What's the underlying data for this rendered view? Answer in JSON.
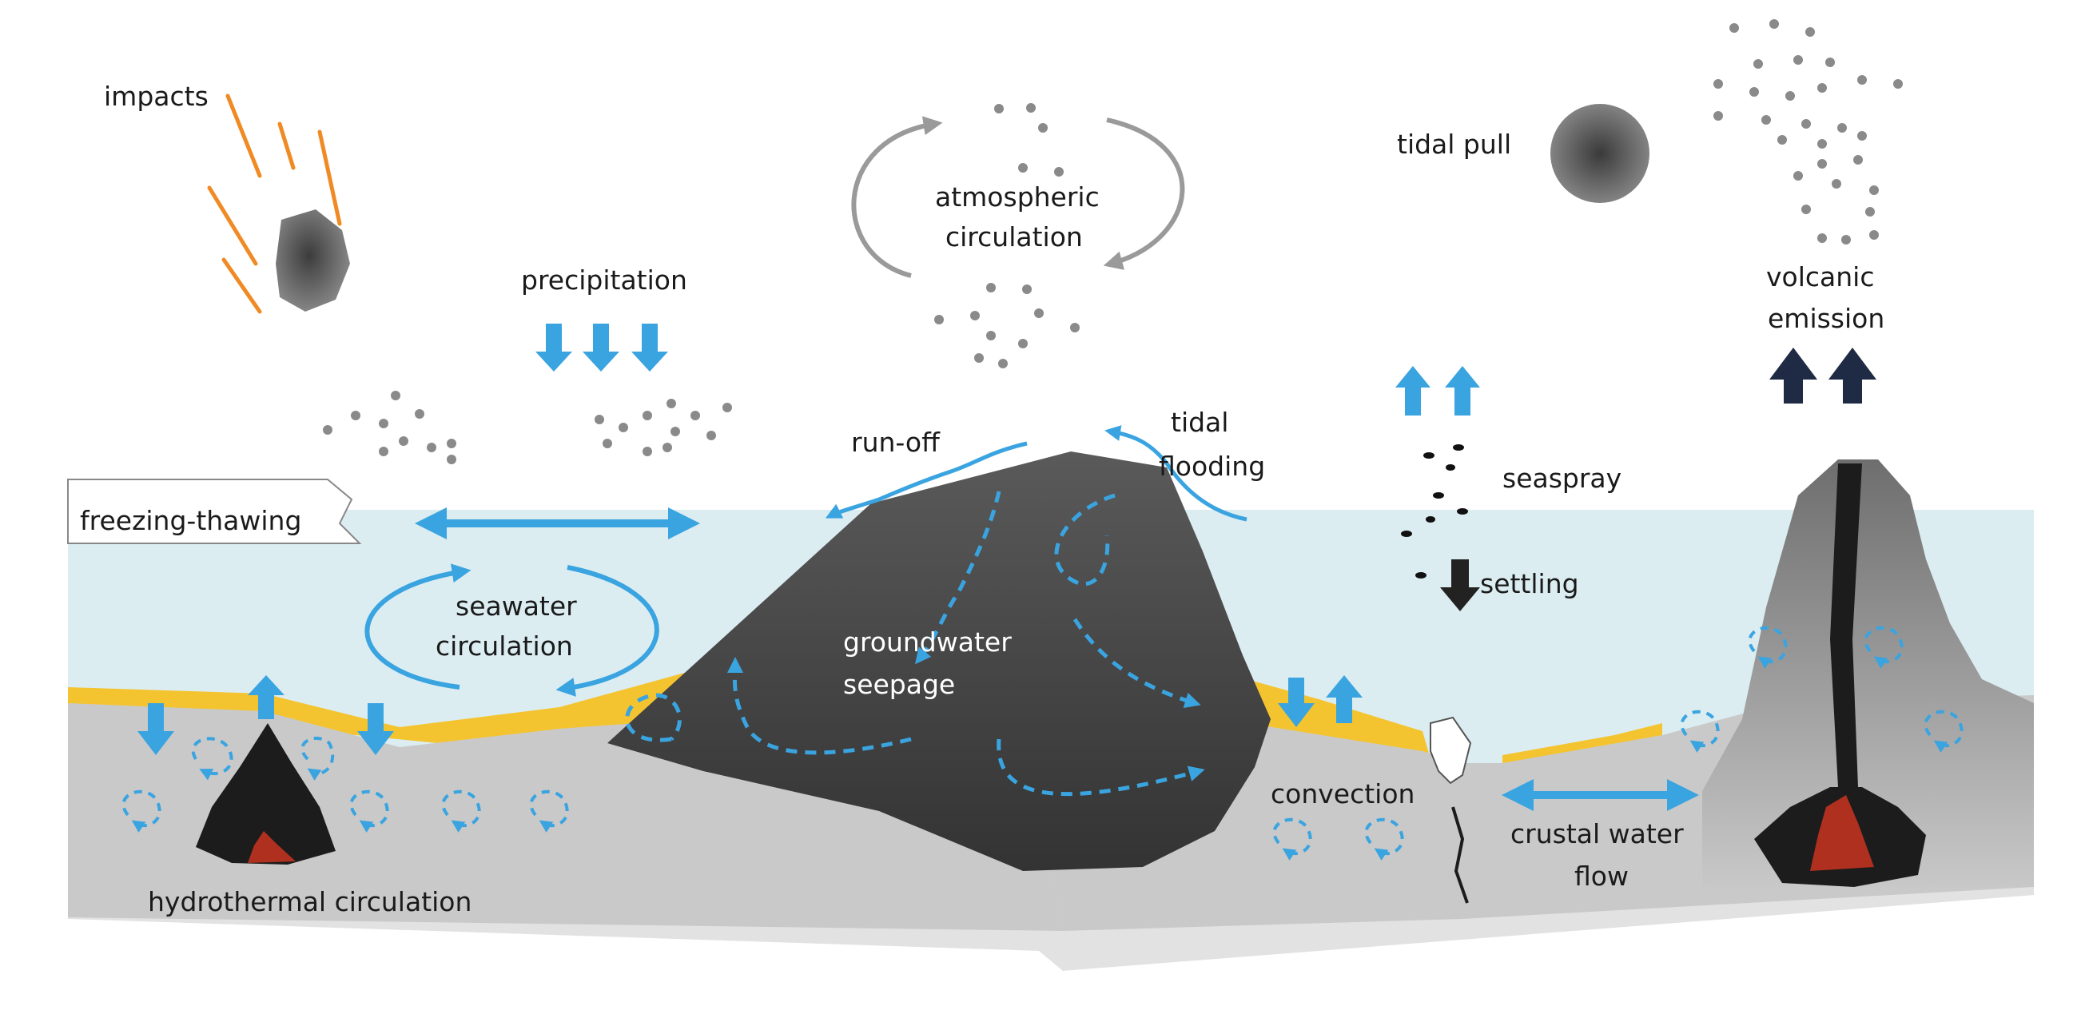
{
  "labels": {
    "impacts": "impacts",
    "precipitation": "precipitation",
    "atmospheric_1": "atmospheric",
    "atmospheric_2": "circulation",
    "tidal_pull": "tidal pull",
    "volcanic_1": "volcanic",
    "volcanic_2": "emission",
    "run_off": "run-off",
    "tidal_flooding_1": "tidal",
    "tidal_flooding_2": "flooding",
    "seaspray": "seaspray",
    "freezing_thawing": "freezing-thawing",
    "settling": "settling",
    "seawater_1": "seawater",
    "seawater_2": "circulation",
    "groundwater_1": "groundwater",
    "groundwater_2": "seepage",
    "convection": "convection",
    "crustal_1": "crustal water",
    "crustal_2": "flow",
    "hydrothermal": "hydrothermal circulation"
  },
  "colors": {
    "sea": "#dcedf2",
    "water_arrow": "#3aa4e0",
    "sand": "#f4c430",
    "rock_dark": "#474747",
    "crust": "#c9c9c9",
    "crust_light": "#e2e2e2",
    "lava_black": "#1c1c1c",
    "lava_red": "#b03020",
    "impact_streak": "#f08a24",
    "emission_arrow": "#1f2a44",
    "atmo_arrow": "#9a9a9a",
    "particle": "#8a8a8a"
  }
}
